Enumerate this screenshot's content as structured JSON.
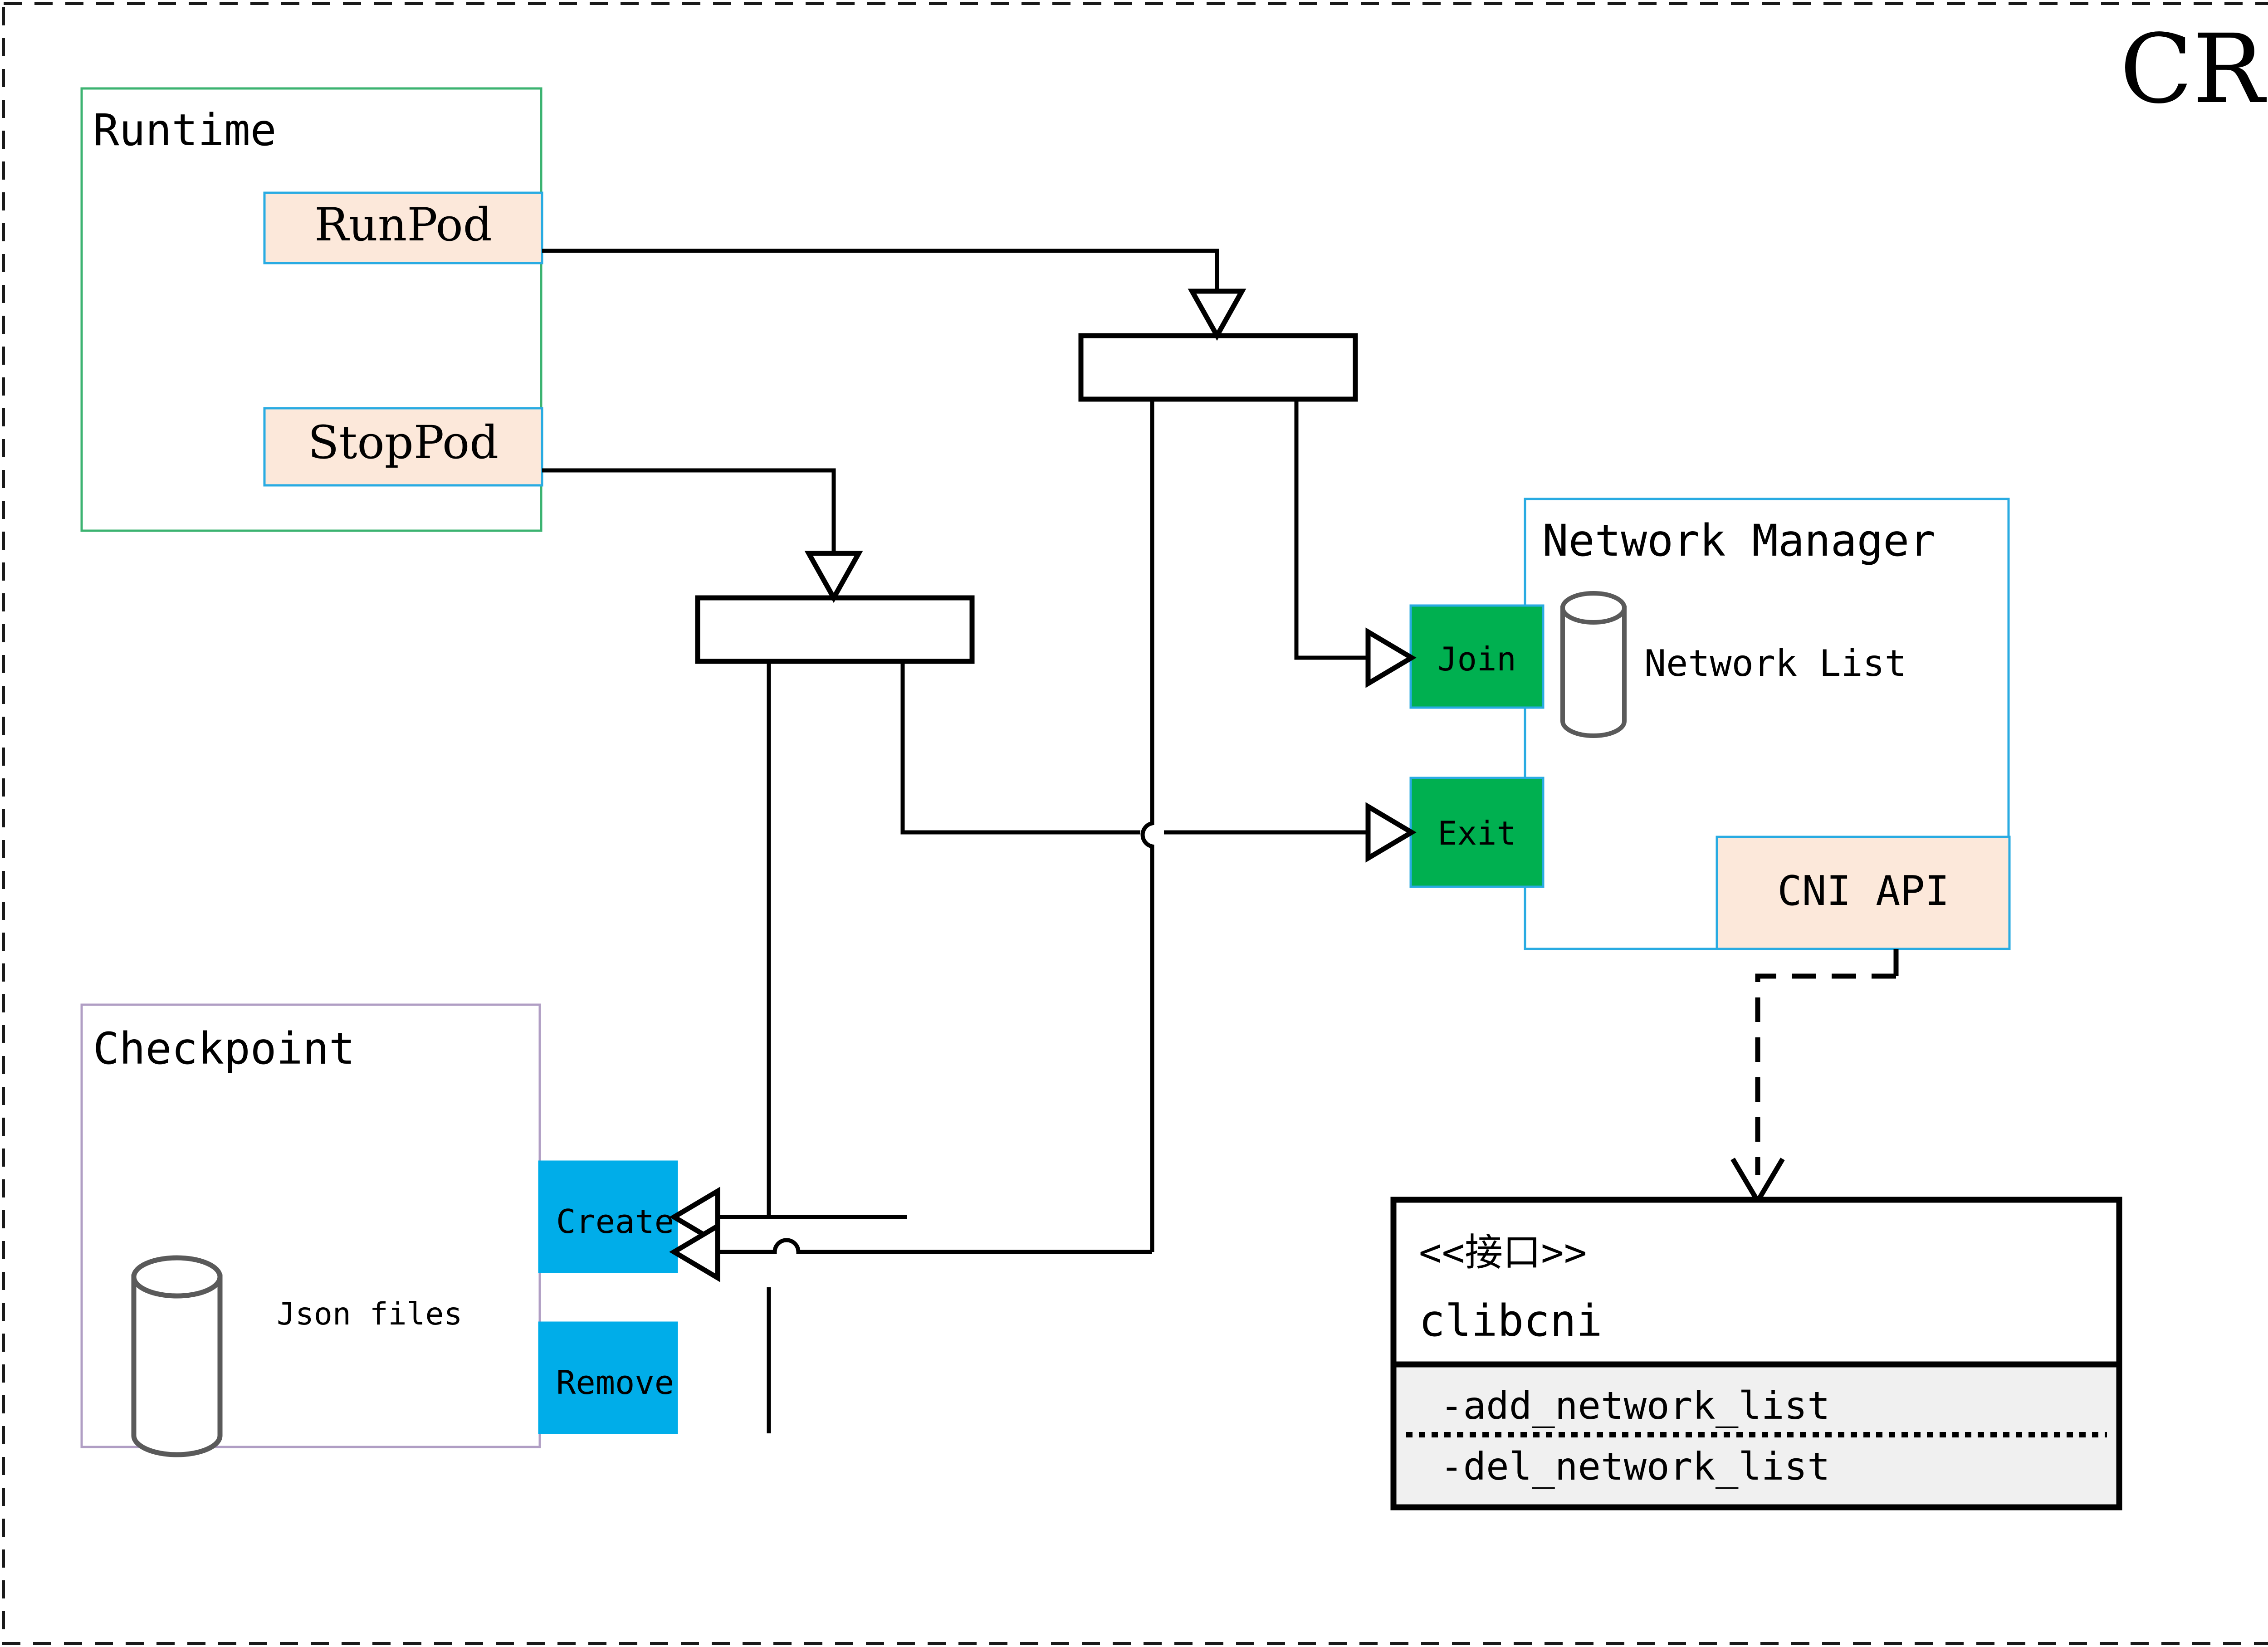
{
  "diagram": {
    "title": "CRI",
    "title_color": "#8a6d1a",
    "outer_border": "dashed",
    "packages": [
      {
        "id": "runtime",
        "label": "Runtime",
        "border_color": "#3cb371",
        "members": [
          {
            "id": "runpod",
            "label": "RunPod",
            "fill": "#fce8da",
            "border": "#29abe2"
          },
          {
            "id": "stoppod",
            "label": "StopPod",
            "fill": "#fce8da",
            "border": "#29abe2"
          }
        ]
      },
      {
        "id": "checkpoint",
        "label": "Checkpoint",
        "border_color": "#b09ec4",
        "store": {
          "id": "json-files",
          "label": "Json files",
          "shape": "cylinder"
        },
        "members": [
          {
            "id": "create",
            "label": "Create",
            "fill": "#00ade9",
            "border": "#00ade9"
          },
          {
            "id": "remove",
            "label": "Remove",
            "fill": "#00ade9",
            "border": "#00ade9"
          }
        ]
      },
      {
        "id": "network-manager",
        "label": "Network Manager",
        "border_color": "#29abe2",
        "store": {
          "id": "network-list",
          "label": "Network List",
          "shape": "cylinder"
        },
        "members": [
          {
            "id": "join",
            "label": "Join",
            "fill": "#00b050",
            "border": "#29abe2"
          },
          {
            "id": "exit",
            "label": "Exit",
            "fill": "#00b050",
            "border": "#29abe2"
          },
          {
            "id": "cni-api",
            "label": "CNI API",
            "fill": "#fce8da",
            "border": "#29abe2"
          }
        ]
      }
    ],
    "interface": {
      "id": "clibcni",
      "stereotype": "<<接口>>",
      "name": "clibcni",
      "section_fill": "#f0f0f0",
      "methods": [
        {
          "label": "-add_network_list"
        },
        {
          "label": "-del_network_list"
        }
      ]
    },
    "bars": [
      {
        "id": "fork-bar-top"
      },
      {
        "id": "fork-bar-bottom"
      }
    ],
    "edges": [
      {
        "from": "runpod",
        "to": "fork-bar-top",
        "style": "solid",
        "arrow": "hollow-triangle"
      },
      {
        "from": "stoppod",
        "to": "fork-bar-bottom",
        "style": "solid",
        "arrow": "hollow-triangle"
      },
      {
        "from": "fork-bar-top",
        "to": "join",
        "style": "solid",
        "arrow": "open-triangle"
      },
      {
        "from": "fork-bar-top",
        "to": "create",
        "style": "solid",
        "arrow": "open-triangle"
      },
      {
        "from": "fork-bar-bottom",
        "to": "exit",
        "style": "solid",
        "arrow": "open-triangle"
      },
      {
        "from": "fork-bar-bottom",
        "to": "remove",
        "style": "solid",
        "arrow": "open-triangle"
      },
      {
        "from": "cni-api",
        "to": "clibcni",
        "style": "dashed",
        "arrow": "open-v"
      }
    ]
  }
}
